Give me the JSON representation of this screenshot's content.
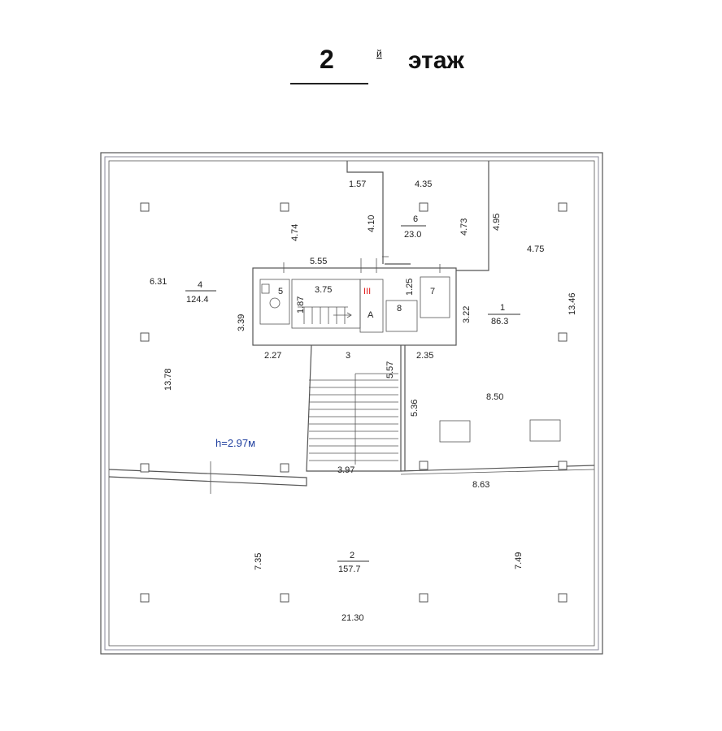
{
  "title": {
    "number": "2",
    "suffix": "й",
    "word": "этаж"
  },
  "ceiling_height": "h=2.97м",
  "colors": {
    "height_text": "#1f3f9f",
    "mark_red": "#e01818"
  },
  "rooms": [
    {
      "id": "room-1",
      "number": "1",
      "area": "86.3"
    },
    {
      "id": "room-2",
      "number": "2",
      "area": "157.7"
    },
    {
      "id": "room-4",
      "number": "4",
      "area": "124.4"
    },
    {
      "id": "room-5",
      "number": "5"
    },
    {
      "id": "room-6",
      "number": "6",
      "area": "23.0"
    },
    {
      "id": "room-7",
      "number": "7"
    },
    {
      "id": "room-8",
      "number": "8"
    }
  ],
  "labels": {
    "staircase_letter": "А",
    "stair_mark": "III"
  },
  "dimensions": [
    "1.57",
    "4.35",
    "4.10",
    "4.74",
    "4.73",
    "4.95",
    "4.75",
    "6.31",
    "5.55",
    "3.75",
    "1.25",
    "1.87",
    "3.39",
    "3.22",
    "13.46",
    "2.27",
    "3",
    "2.35",
    "5.57",
    "13.78",
    "5.36",
    "8.50",
    "3.97",
    "8.63",
    "7.35",
    "7.49",
    "21.30"
  ]
}
